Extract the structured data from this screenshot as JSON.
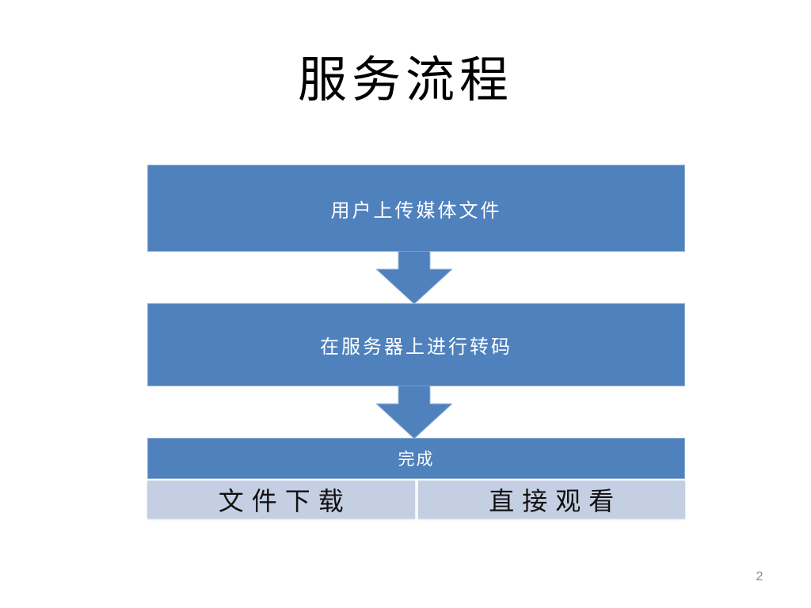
{
  "slide": {
    "title": "服务流程",
    "page_number": "2"
  },
  "flow": {
    "steps": [
      "用户上传媒体文件",
      "在服务器上进行转码",
      "完成"
    ],
    "outcomes": [
      "文件下载",
      "直接观看"
    ]
  },
  "icons": {
    "arrow1": "down-arrow-icon",
    "arrow2": "down-arrow-icon"
  },
  "colors": {
    "box_blue": "#4F81BD",
    "box_border": "#8FB0D6",
    "outcome_cell_background": "#C5CFE3",
    "title_text": "#000000",
    "box_text": "#FFFFFF",
    "outcome_text": "#111111",
    "page_number_gray": "#898989",
    "background": "#FFFFFF"
  }
}
